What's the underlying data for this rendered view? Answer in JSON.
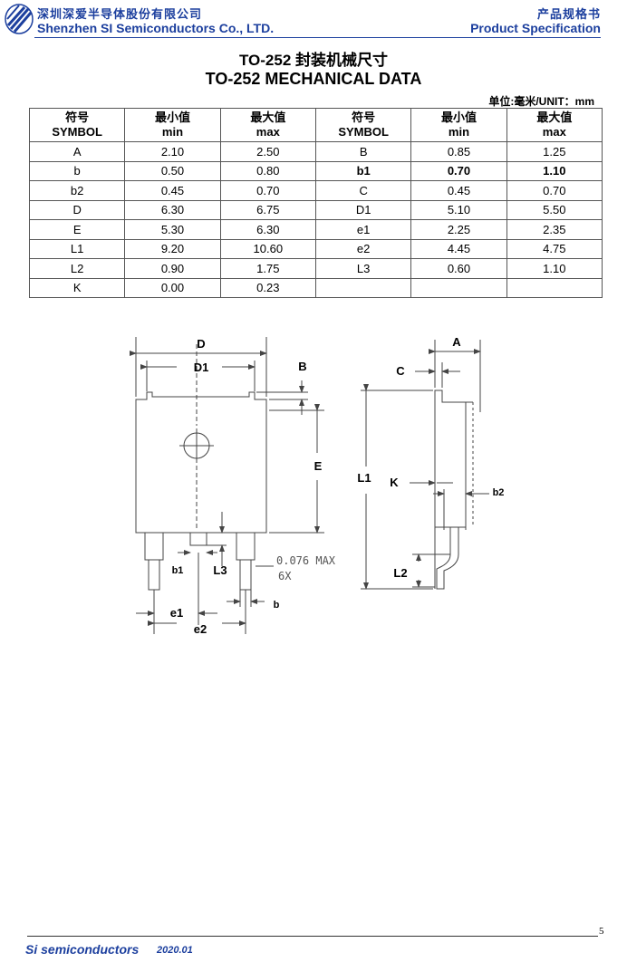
{
  "header": {
    "company_cn": "深圳深爱半导体股份有限公司",
    "company_en": "Shenzhen SI Semiconductors Co., LTD.",
    "doc_type_cn": "产品规格书",
    "doc_type_en": "Product Specification"
  },
  "title_cn": "TO-252 封装机械尺寸",
  "title_en": "TO-252 MECHANICAL DATA",
  "unit_label": "单位:毫米/UNIT：mm",
  "table": {
    "headers": [
      {
        "cn": "符号",
        "en": "SYMBOL"
      },
      {
        "cn": "最小值",
        "en": "min"
      },
      {
        "cn": "最大值",
        "en": "max"
      },
      {
        "cn": "符号",
        "en": "SYMBOL"
      },
      {
        "cn": "最小值",
        "en": "min"
      },
      {
        "cn": "最大值",
        "en": "max"
      }
    ],
    "rows": [
      [
        "A",
        "2.10",
        "2.50",
        "B",
        "0.85",
        "1.25"
      ],
      [
        "b",
        "0.50",
        "0.80",
        "b1",
        "0.70",
        "1.10"
      ],
      [
        "b2",
        "0.45",
        "0.70",
        "C",
        "0.45",
        "0.70"
      ],
      [
        "D",
        "6.30",
        "6.75",
        "D1",
        "5.10",
        "5.50"
      ],
      [
        "E",
        "5.30",
        "6.30",
        "e1",
        "2.25",
        "2.35"
      ],
      [
        "L1",
        "9.20",
        "10.60",
        "e2",
        "4.45",
        "4.75"
      ],
      [
        "L2",
        "0.90",
        "1.75",
        "L3",
        "0.60",
        "1.10"
      ],
      [
        "K",
        "0.00",
        "0.23",
        "",
        "",
        ""
      ]
    ]
  },
  "drawing": {
    "labels": {
      "D": "D",
      "D1": "D1",
      "B": "B",
      "E": "E",
      "b1": "b1",
      "L3": "L3",
      "b": "b",
      "e1": "e1",
      "e2": "e2",
      "note_line1": "0.076 MAX",
      "note_line2": "6X",
      "A": "A",
      "C": "C",
      "L1": "L1",
      "K": "K",
      "b2": "b2",
      "L2": "L2"
    }
  },
  "footer": {
    "company": "Si semiconductors",
    "date": "2020.01",
    "page": "5"
  }
}
